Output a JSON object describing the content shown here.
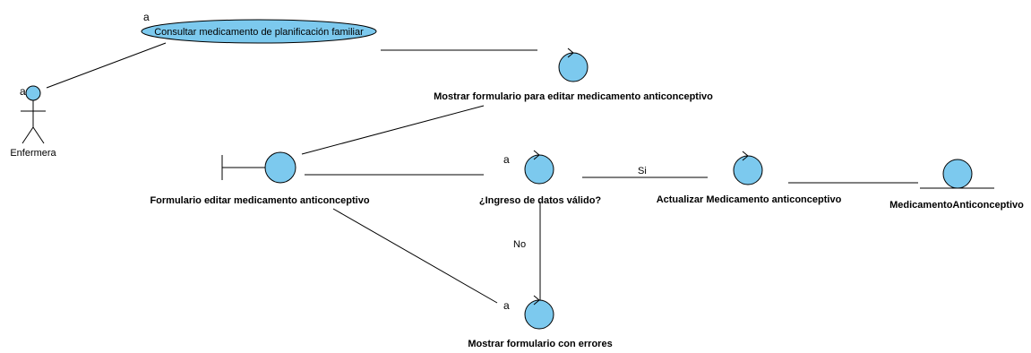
{
  "use_case": {
    "label": "Consultar medicamento de planificación familiar",
    "marker": "a"
  },
  "actor": {
    "label": "Enfermera",
    "marker": "a"
  },
  "nodes": {
    "mostrar_formulario": {
      "label": "Mostrar formulario para editar medicamento anticonceptivo"
    },
    "formulario_editar": {
      "label": "Formulario editar medicamento anticonceptivo"
    },
    "ingreso_datos": {
      "label": "¿Ingreso de datos válido?",
      "marker": "a"
    },
    "actualizar": {
      "label": "Actualizar Medicamento anticonceptivo"
    },
    "entidad": {
      "label": "MedicamentoAnticonceptivo"
    },
    "mostrar_errores": {
      "label": "Mostrar formulario con errores",
      "marker": "a"
    }
  },
  "edges": {
    "si_label": "Si",
    "no_label": "No"
  },
  "colors": {
    "node_fill": "#7cc9ee",
    "stroke": "#000000"
  }
}
